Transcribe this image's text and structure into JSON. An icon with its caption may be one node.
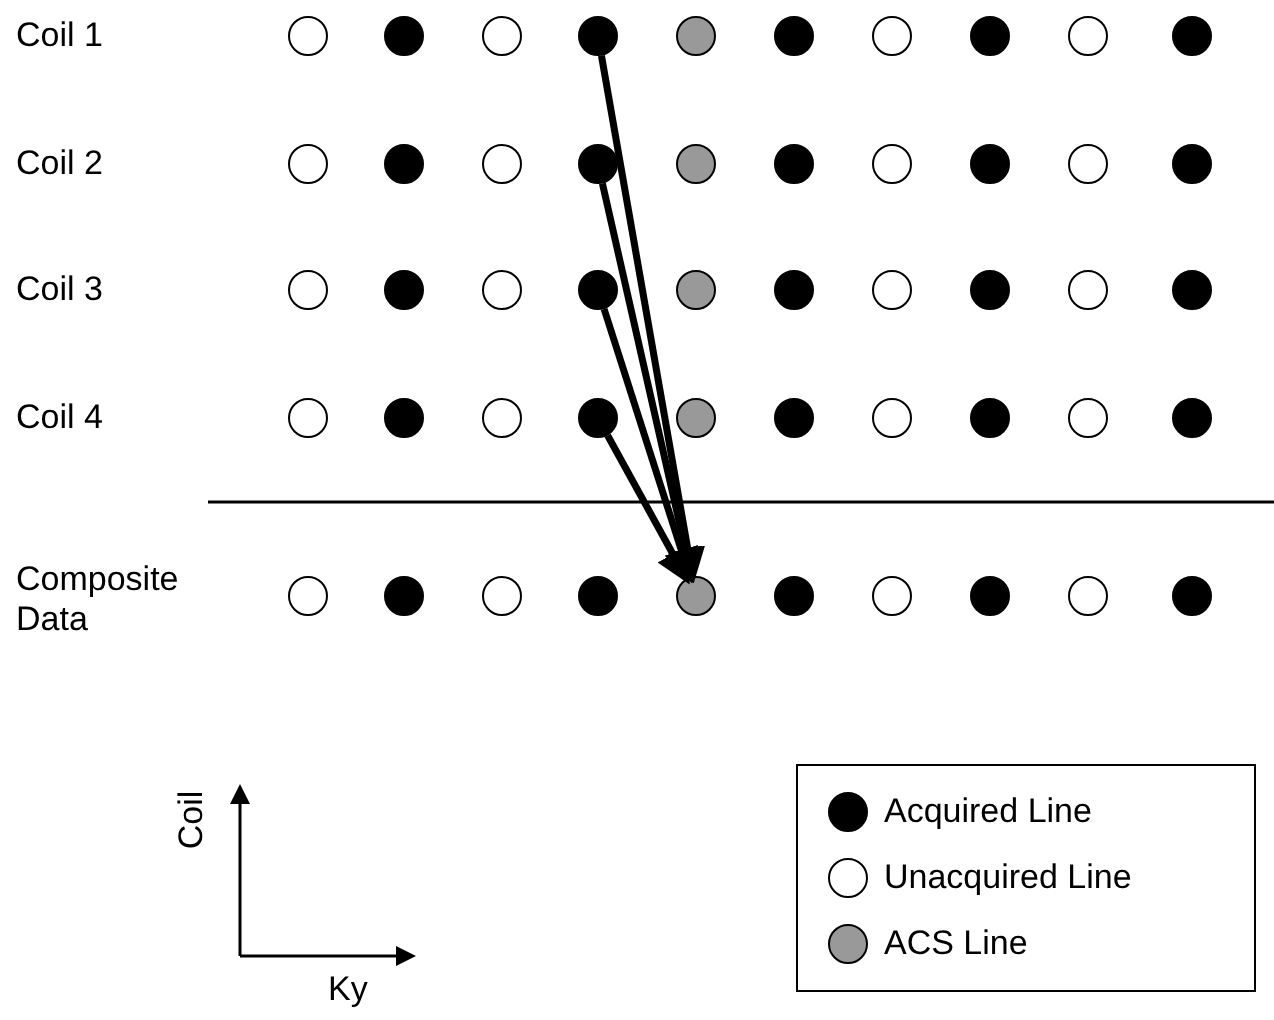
{
  "diagram": {
    "nodes": [
      {
        "text": [],
        "shape": "circle"
      },
      {
        "text": [],
        "shape": "circle"
      },
      {
        "text": [],
        "shape": "circle"
      },
      {
        "text": [],
        "shape": "circle"
      },
      {
        "text": [],
        "shape": "circle"
      },
      {
        "text": [],
        "shape": "circle"
      },
      {
        "text": [],
        "shape": "circle"
      },
      {
        "text": [],
        "shape": "circle"
      },
      {
        "text": [],
        "shape": "circle"
      },
      {
        "text": [],
        "shape": "circle"
      },
      {
        "text": [],
        "shape": "circle"
      },
      {
        "text": [],
        "shape": "circle"
      },
      {
        "text": [],
        "shape": "circle"
      },
      {
        "text": [],
        "shape": "circle"
      },
      {
        "text": [],
        "shape": "circle"
      },
      {
        "text": [],
        "shape": "circle"
      },
      {
        "text": [],
        "shape": "circle"
      },
      {
        "text": [],
        "shape": "circle"
      },
      {
        "text": [],
        "shape": "circle"
      },
      {
        "text": [],
        "shape": "circle"
      },
      {
        "text": [],
        "shape": "circle"
      },
      {
        "text": [],
        "shape": "circle"
      },
      {
        "text": [],
        "shape": "circle"
      },
      {
        "text": [],
        "shape": "circle"
      },
      {
        "text": [],
        "shape": "circle"
      },
      {
        "text": [],
        "shape": "circle"
      },
      {
        "text": [],
        "shape": "circle"
      },
      {
        "text": [],
        "shape": "circle"
      },
      {
        "text": [],
        "shape": "circle"
      },
      {
        "text": [],
        "shape": "circle"
      },
      {
        "text": [],
        "shape": "circle"
      },
      {
        "text": [],
        "shape": "circle"
      },
      {
        "text": [],
        "shape": "circle"
      },
      {
        "text": [],
        "shape": "circle"
      },
      {
        "text": [],
        "shape": "circle"
      },
      {
        "text": [],
        "shape": "circle"
      },
      {
        "text": [],
        "shape": "circle"
      },
      {
        "text": [],
        "shape": "circle"
      },
      {
        "text": [],
        "shape": "circle"
      },
      {
        "text": [],
        "shape": "circle"
      },
      {
        "text": [],
        "shape": "circle"
      },
      {
        "text": [],
        "shape": "circle"
      },
      {
        "text": [],
        "shape": "circle"
      },
      {
        "text": [],
        "shape": "circle"
      },
      {
        "text": [],
        "shape": "circle"
      },
      {
        "text": [],
        "shape": "circle"
      },
      {
        "text": [],
        "shape": "circle"
      },
      {
        "text": [],
        "shape": "circle"
      },
      {
        "text": [],
        "shape": "circle"
      },
      {
        "text": [],
        "shape": "circle"
      }
    ],
    "edges": [
      {
        "from": 3,
        "to": 44,
        "arrow": "to"
      },
      {
        "from": 13,
        "to": 44,
        "arrow": "to"
      },
      {
        "from": 23,
        "to": 44,
        "arrow": "to"
      },
      {
        "from": 33,
        "to": 44,
        "arrow": "to"
      }
    ],
    "labels": [
      "Coil 1",
      "Coil 2",
      "Coil 3",
      "Coil 4",
      "Composite Data",
      "Coil",
      "Ky"
    ],
    "legend": [
      {
        "text": "Acquired Line",
        "color": "#000000"
      },
      {
        "text": "Unacquired Line",
        "color": "#ffffff"
      },
      {
        "text": "ACS Line",
        "color": "#999999"
      }
    ]
  }
}
